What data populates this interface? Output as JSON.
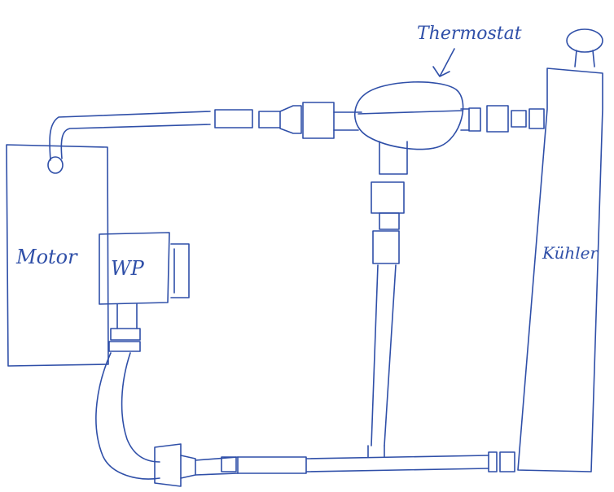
{
  "diagram": {
    "labels": {
      "motor": "Motor",
      "water_pump": "WP",
      "thermostat": "Thermostat",
      "radiator": "Kühler"
    },
    "ink_color": "#2f4fa8"
  }
}
